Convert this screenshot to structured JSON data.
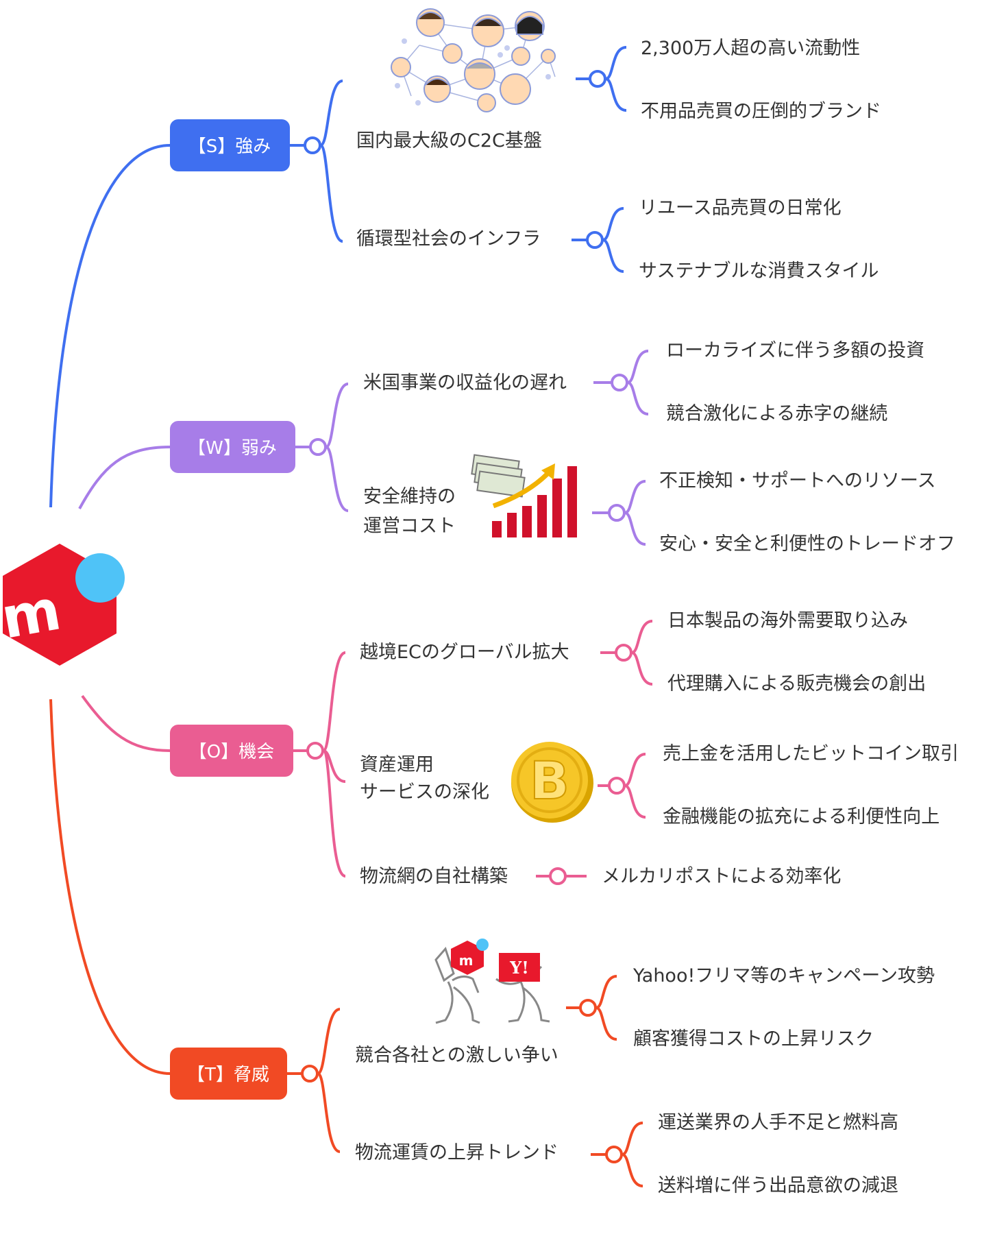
{
  "colors": {
    "strength": "#3f6ff0",
    "weakness": "#a77de8",
    "opportunity": "#ea5d92",
    "threat": "#f14a24",
    "logo_red": "#e8192c",
    "logo_blue": "#4fc3f7"
  },
  "icons": {
    "center": "mercari-logo-icon",
    "network": "people-network-icon",
    "cost": "money-growth-chart-icon",
    "coin": "bitcoin-coin-icon",
    "rivalry": "mercari-vs-yahoo-fight-icon"
  },
  "strength": {
    "label": "【S】強み",
    "topics": [
      {
        "label": "国内最大級のC2C基盤",
        "children": [
          "2,300万人超の高い流動性",
          "不用品売買の圧倒的ブランド"
        ]
      },
      {
        "label": "循環型社会のインフラ",
        "children": [
          "リユース品売買の日常化",
          "サステナブルな消費スタイル"
        ]
      }
    ]
  },
  "weakness": {
    "label": "【W】弱み",
    "topics": [
      {
        "label": "米国事業の収益化の遅れ",
        "children": [
          "ローカライズに伴う多額の投資",
          "競合激化による赤字の継続"
        ]
      },
      {
        "label_line1": "安全維持の",
        "label_line2": "運営コスト",
        "children": [
          "不正検知・サポートへのリソース",
          "安心・安全と利便性のトレードオフ"
        ]
      }
    ]
  },
  "opportunity": {
    "label": "【O】機会",
    "topics": [
      {
        "label": "越境ECのグローバル拡大",
        "children": [
          "日本製品の海外需要取り込み",
          "代理購入による販売機会の創出"
        ]
      },
      {
        "label_line1": "資産運用",
        "label_line2": "サービスの深化",
        "children": [
          "売上金を活用したビットコイン取引",
          "金融機能の拡充による利便性向上"
        ]
      },
      {
        "label": "物流網の自社構築",
        "children": [
          "メルカリポストによる効率化"
        ]
      }
    ]
  },
  "threat": {
    "label": "【T】脅威",
    "topics": [
      {
        "label": "競合各社との激しい争い",
        "children": [
          "Yahoo!フリマ等のキャンペーン攻勢",
          "顧客獲得コストの上昇リスク"
        ]
      },
      {
        "label": "物流運賃の上昇トレンド",
        "children": [
          "運送業界の人手不足と燃料高",
          "送料増に伴う出品意欲の減退"
        ]
      }
    ]
  }
}
